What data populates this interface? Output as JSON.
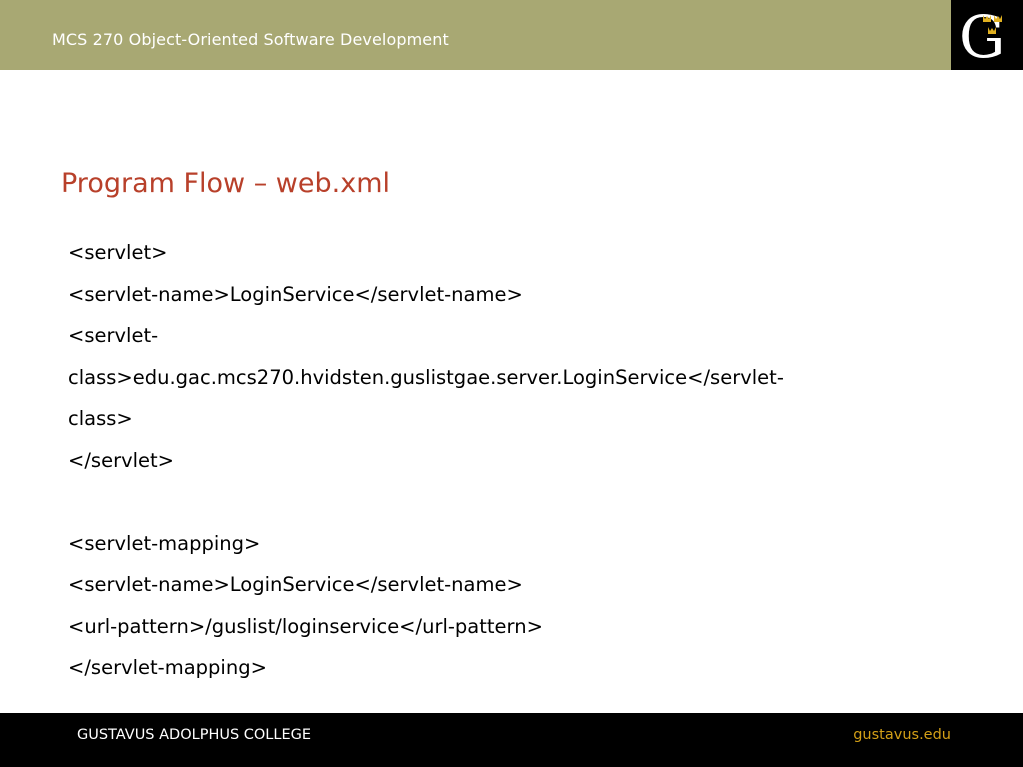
{
  "header": {
    "course_title": "MCS 270 Object-Oriented Software Development",
    "logo_icon": "gustavus-g-crowns-logo-icon",
    "background_color": "#a8a873"
  },
  "slide": {
    "title": "Program Flow – web.xml",
    "title_color": "#b8402a",
    "code_lines": [
      "<servlet>",
      "<servlet-name>LoginService</servlet-name>",
      "<servlet-",
      "class>edu.gac.mcs270.hvidsten.guslistgae.server.LoginService</servlet-",
      "class>",
      "</servlet>",
      "",
      "<servlet-mapping>",
      "<servlet-name>LoginService</servlet-name>",
      "<url-pattern>/guslist/loginservice</url-pattern>",
      "</servlet-mapping>"
    ]
  },
  "footer": {
    "college_name": "GUSTAVUS ADOLPHUS COLLEGE",
    "url": "gustavus.edu",
    "url_color": "#d4a017"
  }
}
